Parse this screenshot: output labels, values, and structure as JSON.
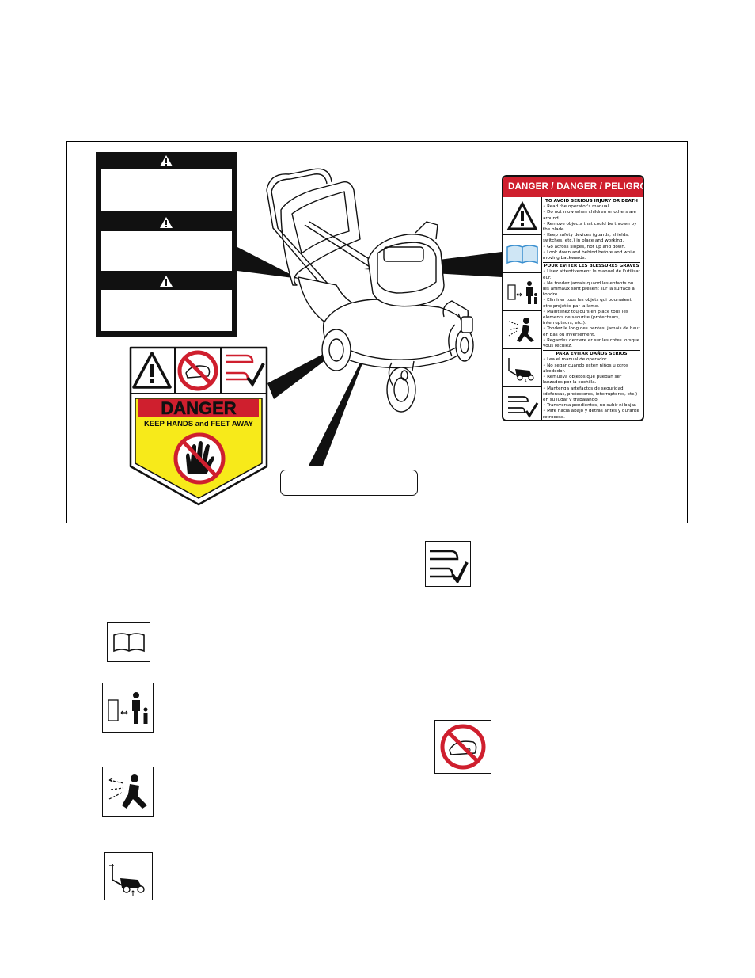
{
  "right_label": {
    "header": "DANGER / DANGER / PELIGRO",
    "english_heading": "TO AVOID SERIOUS INJURY OR DEATH",
    "english_items": [
      "• Read the operator's manual.",
      "• Do not mow when children or others are around.",
      "• Remove objects that could be thrown by the blade.",
      "• Keep safety devices (guards, shields, switches, etc.) in place and working.",
      "• Go across slopes, not up and down.",
      "• Look down and behind before and while moving backwards."
    ],
    "french_heading": "POUR EVITER LES BLESSURES GRAVES",
    "french_items": [
      "• Lisez attentivement le manuel de l'utilisat eur.",
      "• Ne tondez jamais quand les enfants ou les animaux sont present sur la surface a tondre.",
      "• Eliminer tous les objets qui pourraient etre projetés par la lame.",
      "• Maintenez toujours en place tous les elements de securite (protecteurs, interrupteurs, etc.).",
      "• Tondez le long des pentes, jamais de haut en bas ou inversement.",
      "• Regardez derriere er sur les cotes lorsque vous reculez."
    ],
    "spanish_heading": "PARA EVITAR DAÑOS SERIOS",
    "spanish_items": [
      "• Lea el manual de operador.",
      "• No segar cuando esten niños u otros alrededor.",
      "• Remueva objetos que puedan ser lanzados por la cuchilla.",
      "• Mantenga artefactos de seguridad (defensas, protectores, interruptores, etc.) en su lugar y trabajando.",
      "• Transversa pendientes, no subir ni bajar.",
      "• Mire hacia abajo y detras antes y durante retroceso."
    ]
  },
  "danger_decal": {
    "title": "DANGER",
    "subtitle": "KEEP HANDS and FEET AWAY"
  },
  "colors": {
    "danger_red": "#cf1f2e",
    "decal_yellow": "#f7ea1a",
    "black": "#111111"
  }
}
